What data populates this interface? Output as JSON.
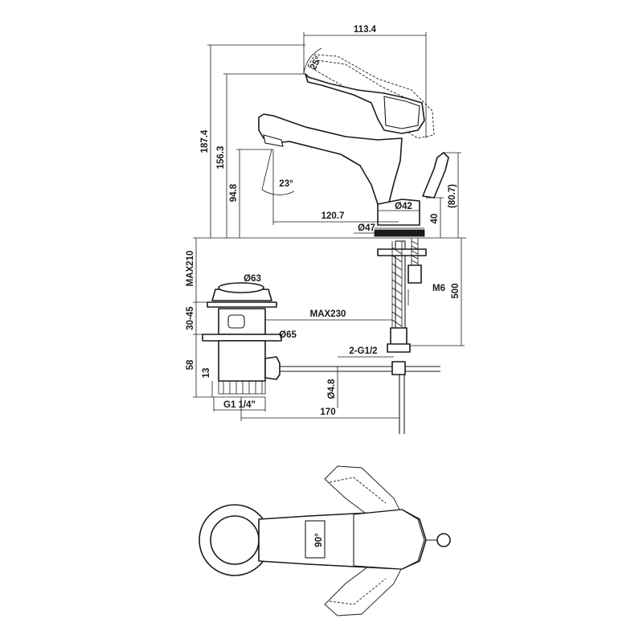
{
  "dimensions": {
    "width_total": "113.4",
    "lever_angle": "25°",
    "height_total": "187.4",
    "height_spout_top": "156.3",
    "height_outlet": "94.8",
    "spout_angle": "23°",
    "spout_reach": "120.7",
    "body_diameter": "Ø42",
    "base_diameter": "Ø47",
    "pull_rod_height": "40",
    "pull_rod_total": "(80.7)",
    "max_deck_thickness": "MAX210",
    "drain_flange": "Ø63",
    "stud_thread": "M6",
    "hose_length": "500",
    "drain_range": "30-45",
    "max_basin": "MAX230",
    "drain_body": "Ø65",
    "connection": "2-G1/2",
    "drain_height": "58",
    "thread_length": "13",
    "rod_diameter": "Ø4.8",
    "drain_thread": "G1 1/4\"",
    "rod_length": "170",
    "rotation_angle": "90°"
  }
}
